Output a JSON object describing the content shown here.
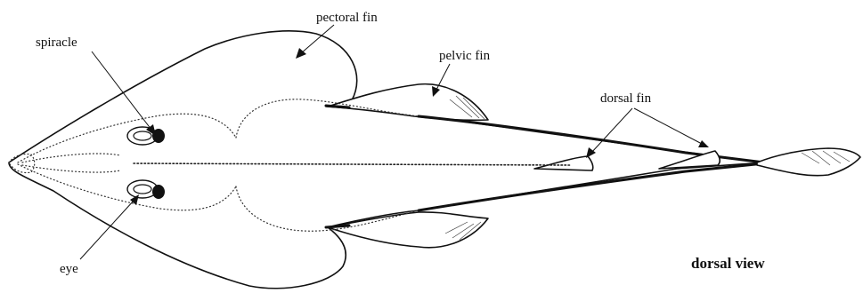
{
  "labels": {
    "pectoral_fin": "pectoral fin",
    "spiracle": "spiracle",
    "pelvic_fin": "pelvic fin",
    "dorsal_fin": "dorsal fin",
    "eye": "eye"
  },
  "caption": "dorsal view"
}
